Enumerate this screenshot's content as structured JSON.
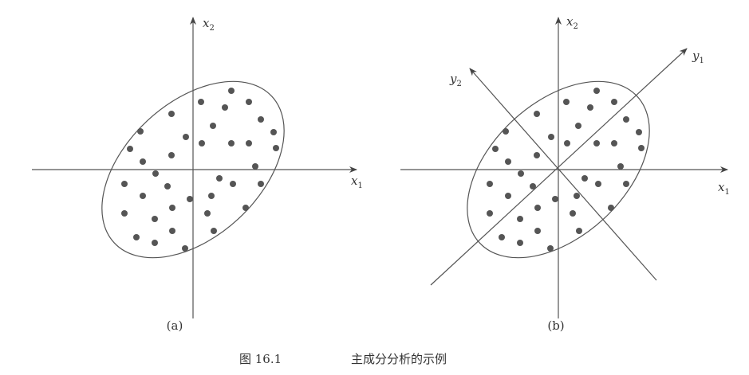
{
  "panels": [
    {
      "id": "a",
      "caption": "(a)",
      "axes": {
        "x1": {
          "base": "x",
          "sub": "1"
        },
        "x2": {
          "base": "x",
          "sub": "2"
        }
      },
      "rotated_axes": null
    },
    {
      "id": "b",
      "caption": "(b)",
      "axes": {
        "x1": {
          "base": "x",
          "sub": "1"
        },
        "x2": {
          "base": "x",
          "sub": "2"
        }
      },
      "rotated_axes": {
        "y1": {
          "base": "y",
          "sub": "1"
        },
        "y2": {
          "base": "y",
          "sub": "2"
        },
        "angle_deg": 43
      }
    }
  ],
  "ellipse": {
    "semi_major": 135,
    "semi_minor": 84,
    "angle_deg": 43
  },
  "points": [
    [
      48,
      99
    ],
    [
      10,
      85
    ],
    [
      40,
      78
    ],
    [
      70,
      85
    ],
    [
      -27,
      70
    ],
    [
      85,
      63
    ],
    [
      25,
      55
    ],
    [
      -66,
      48
    ],
    [
      101,
      47
    ],
    [
      -9,
      41
    ],
    [
      11,
      33
    ],
    [
      48,
      33
    ],
    [
      70,
      33
    ],
    [
      104,
      27
    ],
    [
      -79,
      26
    ],
    [
      -27,
      18
    ],
    [
      -63,
      10
    ],
    [
      78,
      4
    ],
    [
      -47,
      -5
    ],
    [
      33,
      -11
    ],
    [
      -86,
      -18
    ],
    [
      -32,
      -21
    ],
    [
      50,
      -18
    ],
    [
      85,
      -18
    ],
    [
      -63,
      -33
    ],
    [
      -4,
      -37
    ],
    [
      23,
      -33
    ],
    [
      -26,
      -48
    ],
    [
      66,
      -48
    ],
    [
      -86,
      -55
    ],
    [
      18,
      -55
    ],
    [
      -48,
      -62
    ],
    [
      -26,
      -77
    ],
    [
      26,
      -77
    ],
    [
      -71,
      -85
    ],
    [
      -48,
      -92
    ],
    [
      -10,
      -99
    ]
  ],
  "figure_caption": {
    "label": "图 16.1",
    "text": "主成分分析的示例"
  }
}
